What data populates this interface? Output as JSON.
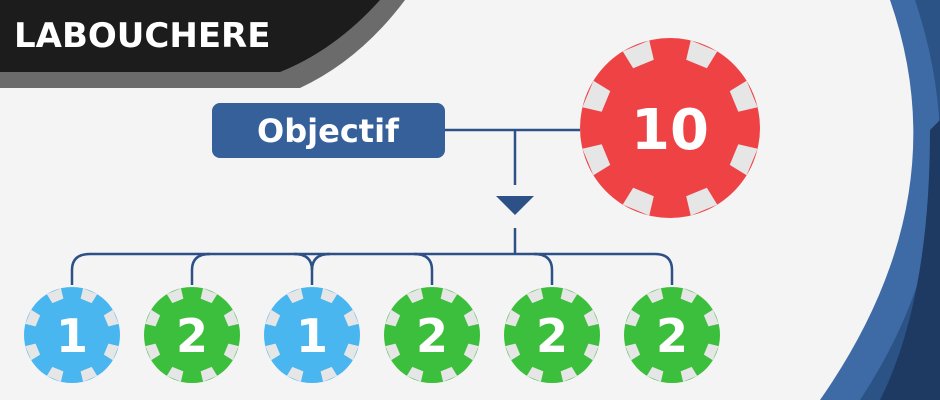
{
  "banner": {
    "title": "LABOUCHERE"
  },
  "goal": {
    "label": "Objectif",
    "value": "10"
  },
  "sequence": [
    "1",
    "2",
    "1",
    "2",
    "2",
    "2"
  ],
  "colors": {
    "background": "#f4f4f4",
    "banner_dark": "#1c1c1c",
    "banner_edge": "#6b6b6b",
    "label_box": "#35609a",
    "connector": "#2d5087",
    "arc_light": "#3e6ba6",
    "arc_dark": "#1e3a63",
    "chip_red": "#ee4245",
    "chip_blue": "#4ab6ef",
    "chip_green": "#3cbf3c",
    "chip_edge": "#e6e6e6"
  },
  "chip_colors": [
    "blue",
    "green",
    "blue",
    "green",
    "green",
    "green"
  ]
}
